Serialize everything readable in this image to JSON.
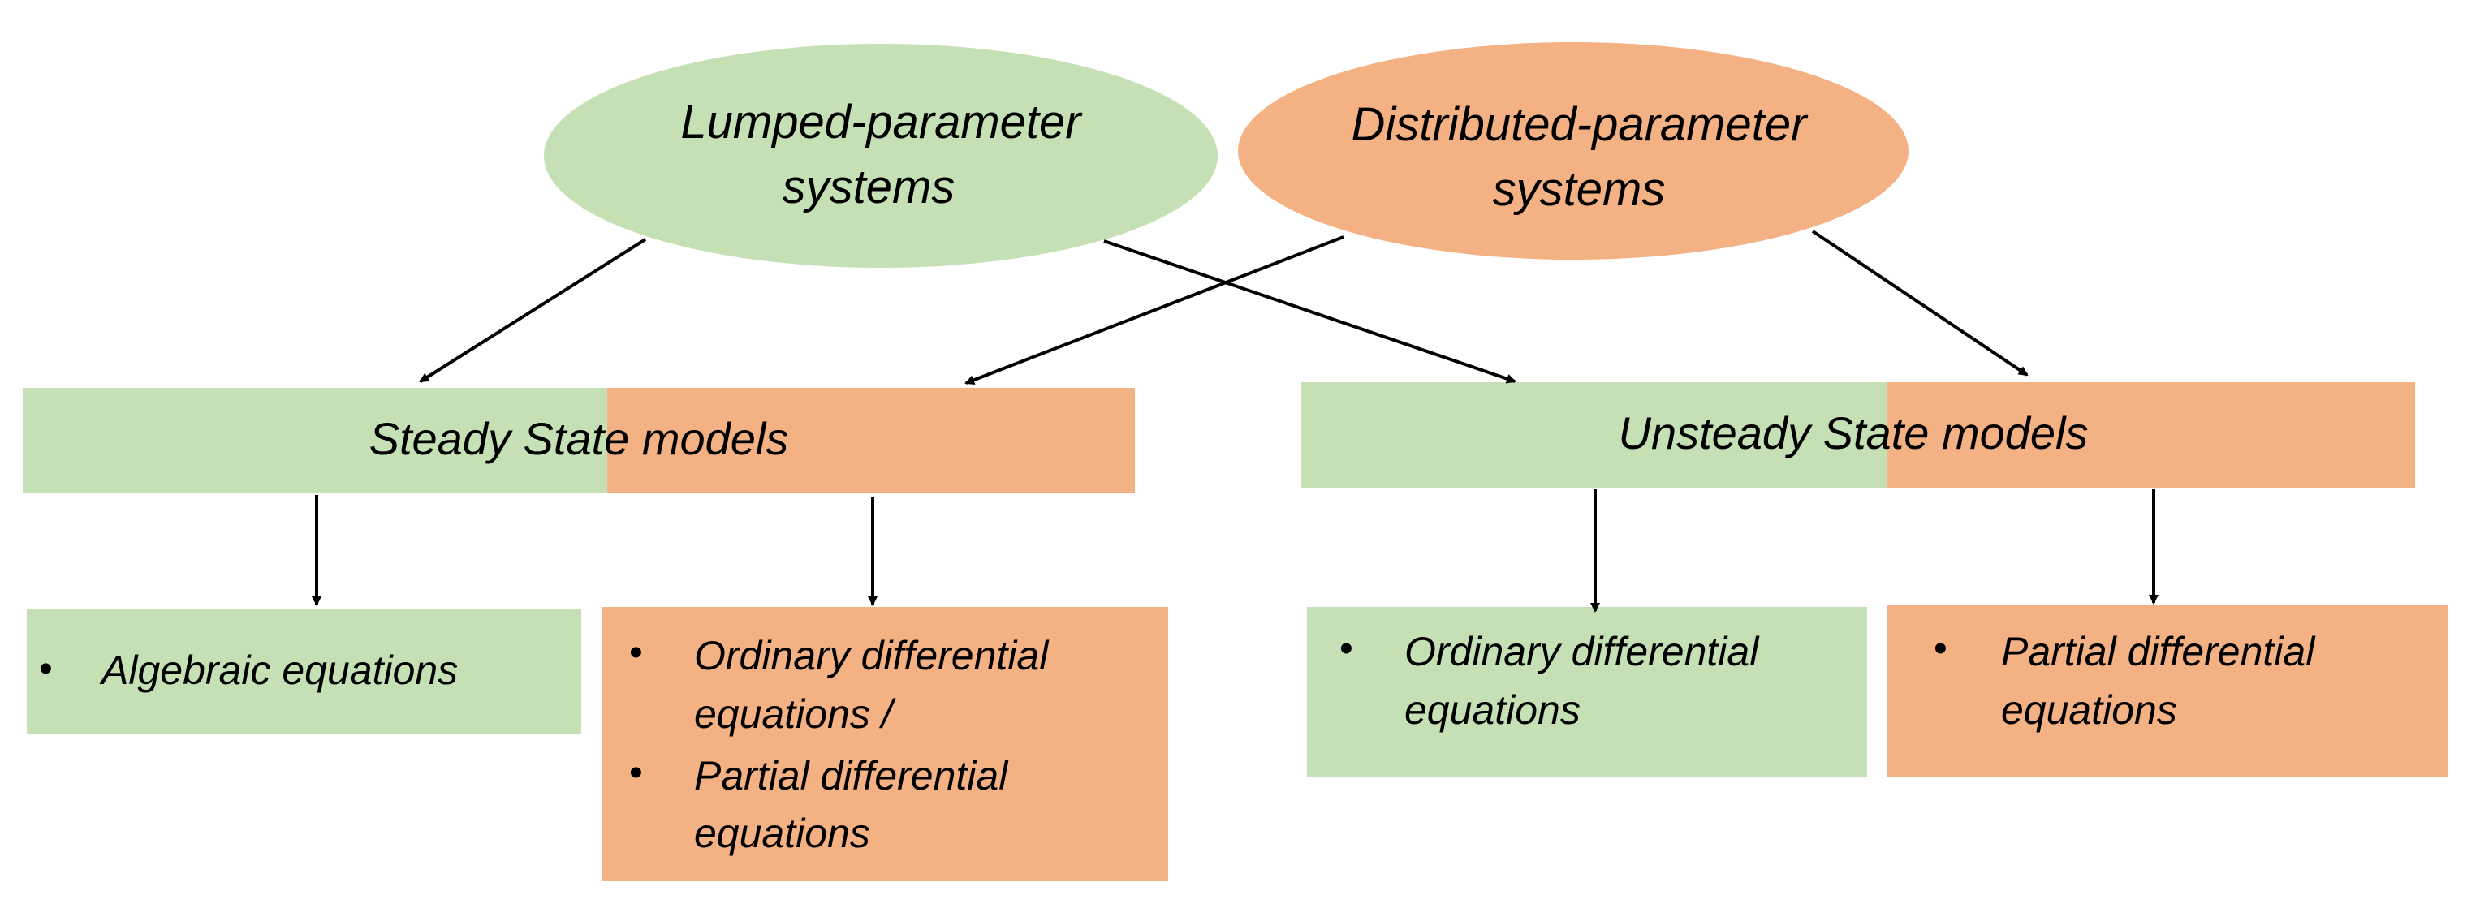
{
  "colors": {
    "green": "#c5e0b4",
    "orange": "#f4b183",
    "arrow": "#000000",
    "text": "#000000"
  },
  "nodes": {
    "lumped": {
      "line1": "Lumped-parameter",
      "line2": "systems"
    },
    "distributed": {
      "line1": "Distributed-parameter",
      "line2": "systems"
    },
    "steady": {
      "label": "Steady State models"
    },
    "unsteady": {
      "label": "Unsteady State models"
    },
    "algebraic": {
      "bullet": "•",
      "item1": "Algebraic equations"
    },
    "ode_pde": {
      "bullet": "•",
      "item1_line1": "Ordinary differential",
      "item1_line2": "equations /",
      "item2_line1": "Partial differential",
      "item2_line2": "equations"
    },
    "ode": {
      "bullet": "•",
      "item1_line1": "Ordinary differential",
      "item1_line2": "equations"
    },
    "pde": {
      "bullet": "•",
      "item1_line1": "Partial differential",
      "item1_line2": "equations"
    }
  }
}
